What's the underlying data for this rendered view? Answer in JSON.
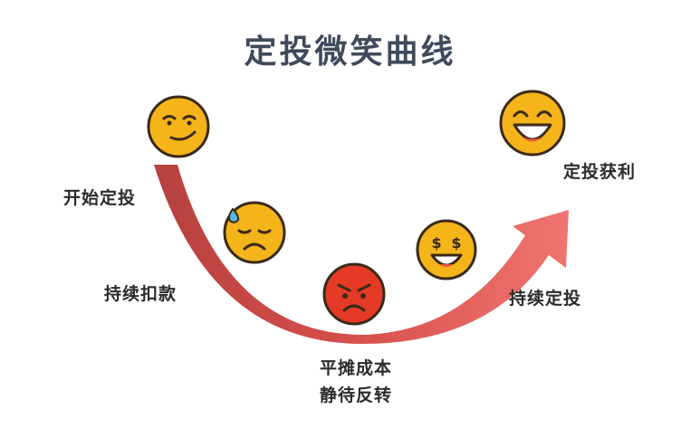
{
  "title": "定投微笑曲线",
  "stages": {
    "start": "开始定投",
    "continue_pay": "持续扣款",
    "bottom_line1": "平摊成本",
    "bottom_line2": "静待反转",
    "continue_invest": "持续定投",
    "profit": "定投获利"
  },
  "icons": {
    "start": "smirk-face-icon",
    "continue_pay": "sad-sweat-face-icon",
    "bottom": "angry-face-icon",
    "continue_invest": "money-eyes-face-icon",
    "profit": "laughing-face-icon"
  },
  "colors": {
    "title": "#3f4a5c",
    "curve_dark": "#b5413f",
    "curve_light": "#ee6f6a",
    "face_yellow": "#f4b41a",
    "face_red": "#e53a26",
    "outline": "#3a2a18"
  }
}
